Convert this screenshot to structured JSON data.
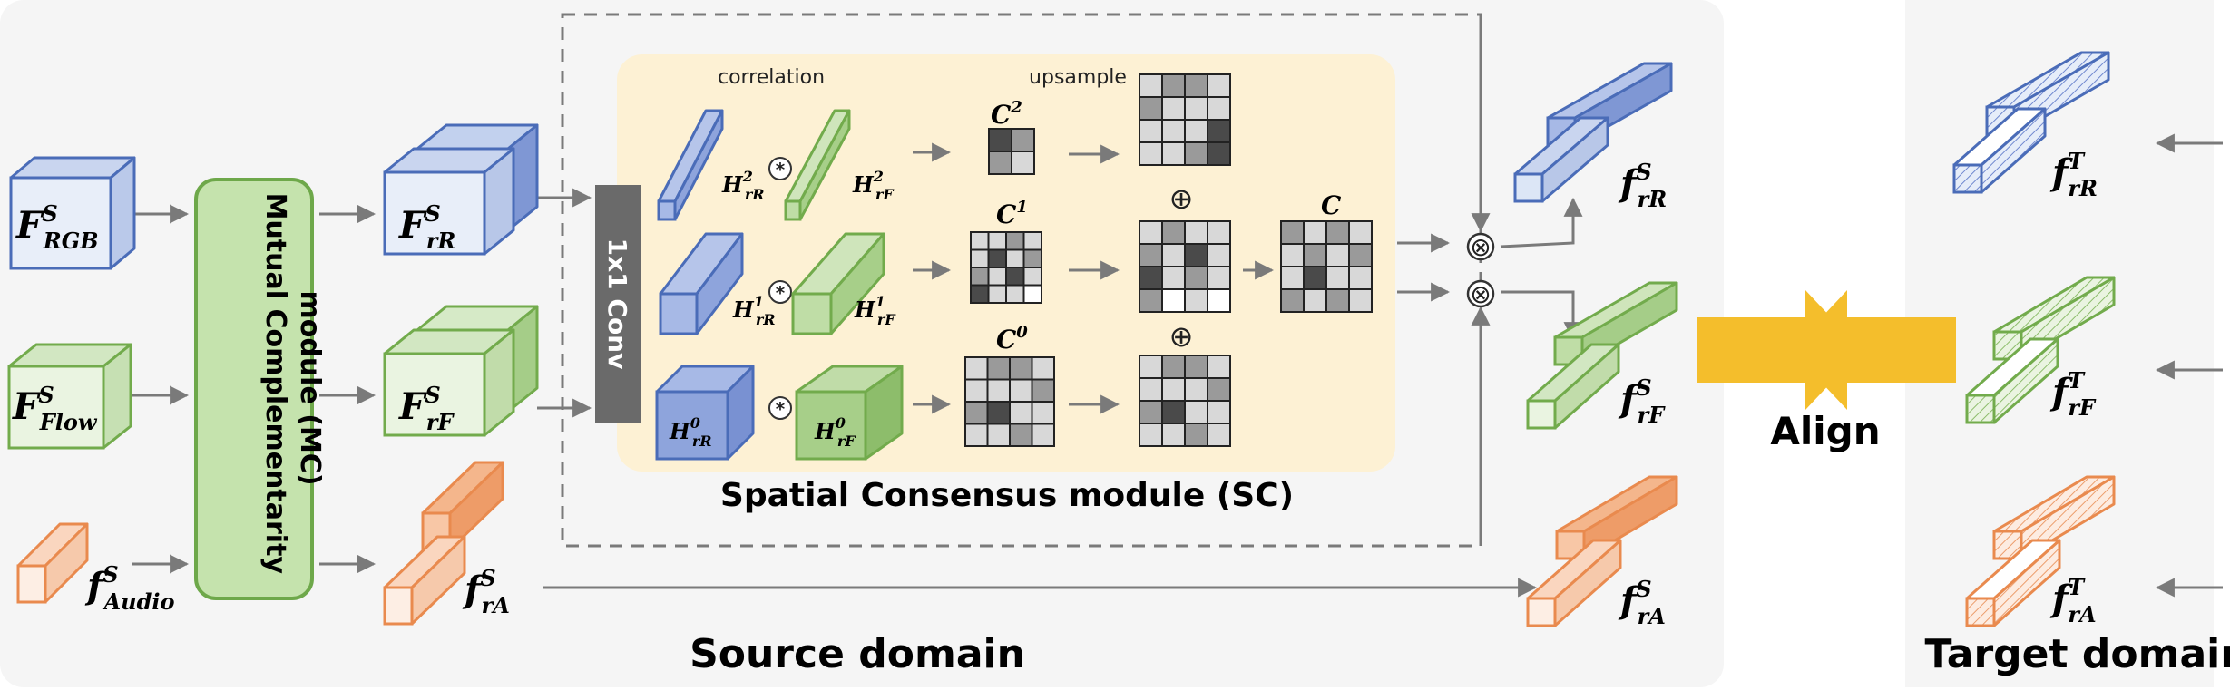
{
  "panels": {
    "source_domain": "Source domain",
    "target_domain": "Target domain"
  },
  "modules": {
    "mc": {
      "line1": "Mutual Complementarity",
      "line2": "module (MC)"
    },
    "conv": "1x1 Conv",
    "sc": "Spatial Consensus module (SC)",
    "align": "Align"
  },
  "sc_headers": {
    "correlation": "correlation",
    "upsample": "upsample"
  },
  "inputs": {
    "rgb": {
      "base": "F",
      "sup": "S",
      "sub": "RGB"
    },
    "flow": {
      "base": "F",
      "sup": "S",
      "sub": "Flow"
    },
    "audio": {
      "base": "f",
      "sup": "S",
      "sub": "Audio"
    }
  },
  "mc_outputs": {
    "rgb": {
      "base": "F",
      "sup": "S",
      "sub": "rR"
    },
    "flow": {
      "base": "F",
      "sup": "S",
      "sub": "rF"
    },
    "audio": {
      "base": "f",
      "sup": "S",
      "sub": "rA"
    }
  },
  "h_labels": {
    "h2r": {
      "base": "H",
      "sup": "2",
      "sub": "rR"
    },
    "h2f": {
      "base": "H",
      "sup": "2",
      "sub": "rF"
    },
    "h1r": {
      "base": "H",
      "sup": "1",
      "sub": "rR"
    },
    "h1f": {
      "base": "H",
      "sup": "1",
      "sub": "rF"
    },
    "h0r": {
      "base": "H",
      "sup": "0",
      "sub": "rR"
    },
    "h0f": {
      "base": "H",
      "sup": "0",
      "sub": "rF"
    }
  },
  "c_labels": {
    "c2": {
      "base": "C",
      "sup": "2"
    },
    "c1": {
      "base": "C",
      "sup": "1"
    },
    "c0": {
      "base": "C",
      "sup": "0"
    },
    "c": {
      "base": "C"
    }
  },
  "operators": {
    "correlate": "*",
    "add": "⊕",
    "multiply": "⊗"
  },
  "source_outputs": {
    "rgb": {
      "base": "f",
      "sup": "S",
      "sub": "rR"
    },
    "flow": {
      "base": "f",
      "sup": "S",
      "sub": "rF"
    },
    "audio": {
      "base": "f",
      "sup": "S",
      "sub": "rA"
    }
  },
  "target_outputs": {
    "rgb": {
      "base": "f",
      "sup": "T",
      "sub": "rR"
    },
    "flow": {
      "base": "f",
      "sup": "T",
      "sub": "rF"
    },
    "audio": {
      "base": "f",
      "sup": "T",
      "sub": "rA"
    }
  },
  "colors": {
    "panel_bg": "#f5f5f5",
    "sc_bg": "#fdf1d4",
    "rgb_stroke": "#4a6cb8",
    "rgb_light": "#dce6f6",
    "rgb_mid": "#a7b9e6",
    "rgb_dark": "#6f88cf",
    "flow_stroke": "#72ab4c",
    "flow_light": "#e4f1d8",
    "flow_mid": "#bfdda6",
    "flow_dark": "#8dbd6b",
    "audio_stroke": "#e98a4e",
    "audio_light": "#fde6d6",
    "audio_mid": "#f6c3a1",
    "audio_dark": "#ec9d6c",
    "mc_fill": "#c5e3ad",
    "mc_stroke": "#6ea84a",
    "conv_fill": "#6a6a6a",
    "align": "#f4be2c",
    "arrow": "#7a7a7a",
    "grid_dark": "#4a4a4a",
    "grid_mid": "#9a9a9a",
    "grid_light": "#d8d8d8"
  },
  "grids": {
    "c2": [
      [
        "dark",
        "mid"
      ],
      [
        "mid",
        "light"
      ]
    ],
    "c1": [
      [
        "light",
        "light",
        "mid",
        "light"
      ],
      [
        "light",
        "dark",
        "light",
        "mid"
      ],
      [
        "mid",
        "light",
        "dark",
        "light"
      ],
      [
        "dark",
        "light",
        "light",
        "white"
      ]
    ],
    "c0": [
      [
        "light",
        "mid",
        "mid",
        "light"
      ],
      [
        "light",
        "light",
        "light",
        "mid"
      ],
      [
        "mid",
        "dark",
        "light",
        "light"
      ],
      [
        "light",
        "light",
        "mid",
        "light"
      ]
    ],
    "up2": [
      [
        "light",
        "mid",
        "mid",
        "light"
      ],
      [
        "mid",
        "light",
        "light",
        "light"
      ],
      [
        "light",
        "light",
        "light",
        "dark"
      ],
      [
        "light",
        "light",
        "mid",
        "dark"
      ]
    ],
    "up1": [
      [
        "light",
        "mid",
        "light",
        "light"
      ],
      [
        "mid",
        "light",
        "dark",
        "light"
      ],
      [
        "dark",
        "light",
        "mid",
        "light"
      ],
      [
        "mid",
        "white",
        "light",
        "white"
      ]
    ],
    "up0": [
      [
        "light",
        "mid",
        "mid",
        "light"
      ],
      [
        "light",
        "light",
        "light",
        "mid"
      ],
      [
        "mid",
        "dark",
        "light",
        "light"
      ],
      [
        "light",
        "light",
        "mid",
        "light"
      ]
    ],
    "c": [
      [
        "mid",
        "light",
        "mid",
        "light"
      ],
      [
        "light",
        "mid",
        "light",
        "mid"
      ],
      [
        "light",
        "dark",
        "light",
        "light"
      ],
      [
        "mid",
        "light",
        "mid",
        "light"
      ]
    ]
  }
}
